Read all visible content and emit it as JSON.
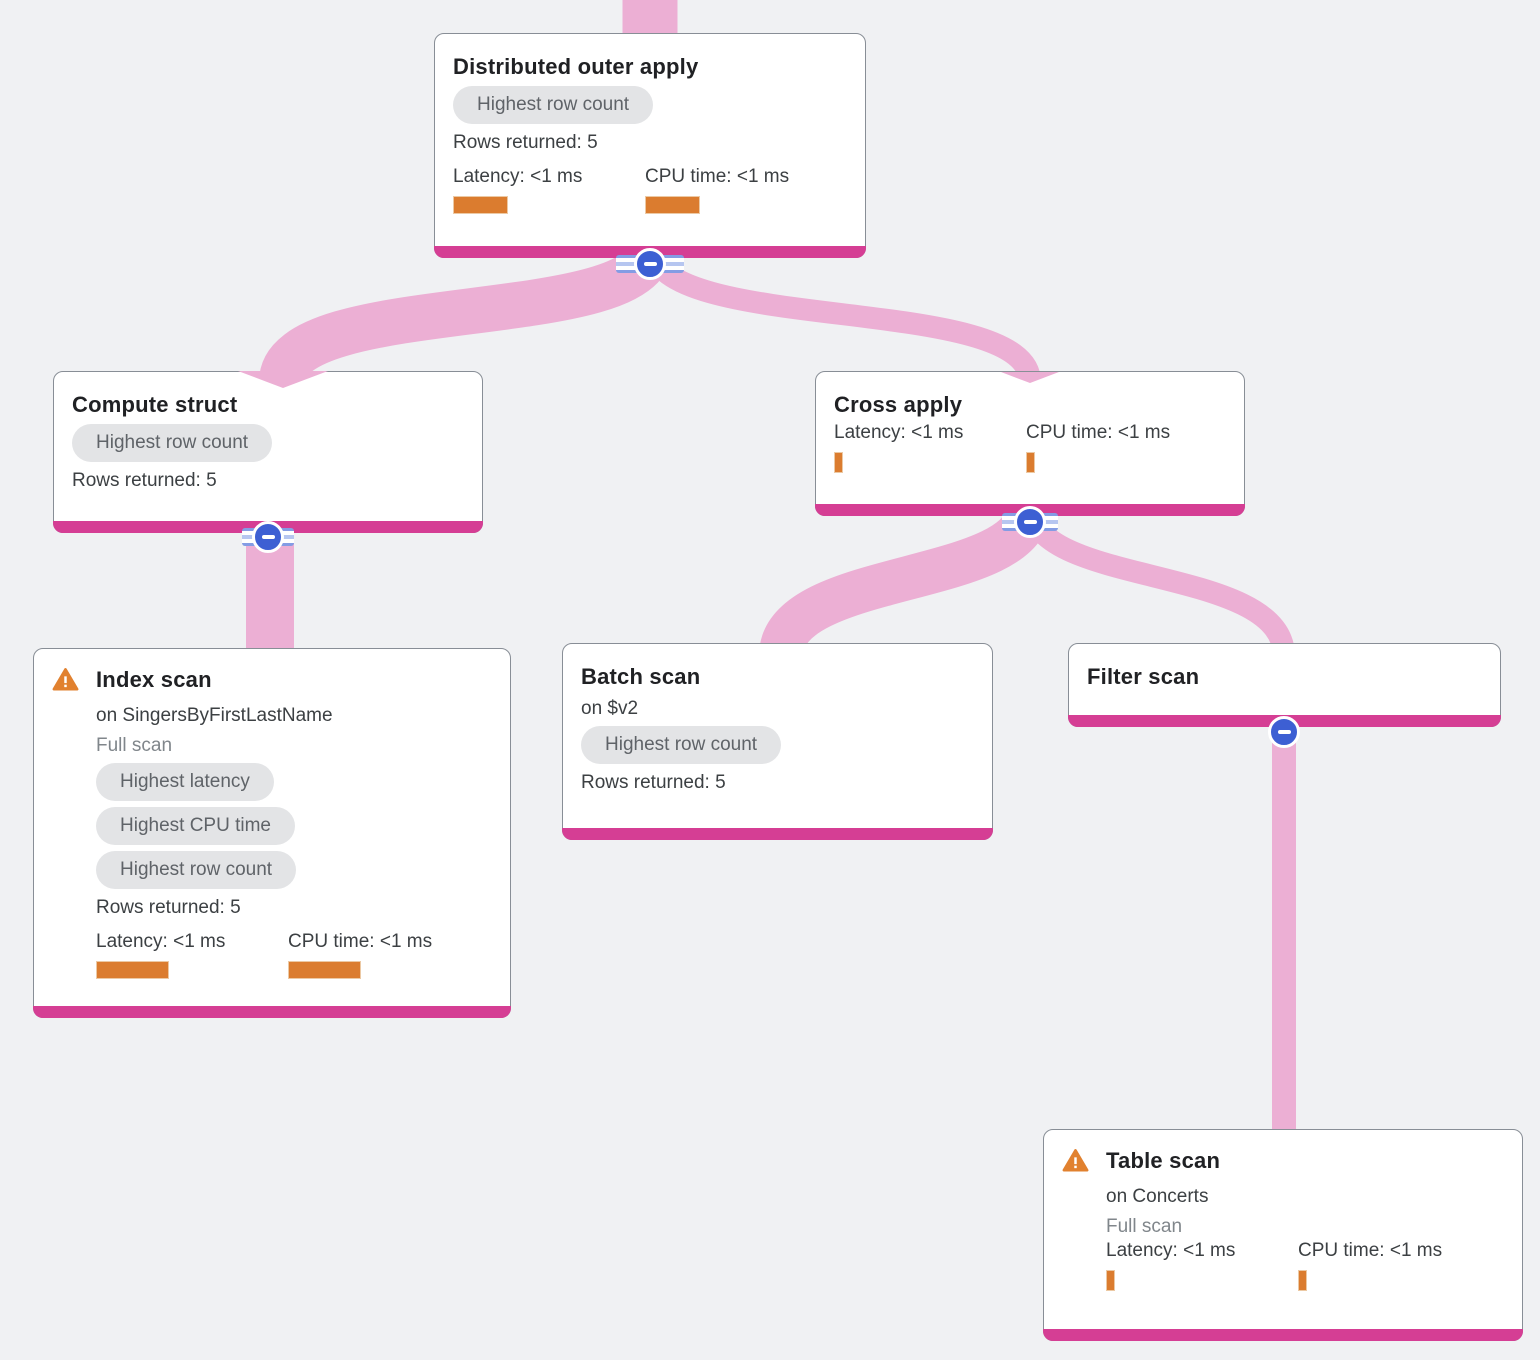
{
  "canvas": {
    "colors": {
      "bg": "#F0F1F3",
      "link": "#ECAFD4",
      "accent": "#D53E94",
      "orange": "#DB7C2F",
      "blue": "#3D5FD3"
    }
  },
  "icons": {
    "warning": "warning-triangle-exclamation",
    "collapse": "minus-in-circle"
  },
  "nodes": [
    {
      "title": "Distributed outer apply",
      "badges": [
        "Highest row count"
      ],
      "rows_returned": "Rows returned: 5",
      "latency": {
        "label": "Latency: <1 ms",
        "bar": "55px"
      },
      "cpu": {
        "label": "CPU time: <1 ms",
        "bar": "55px"
      }
    },
    {
      "title": "Compute struct",
      "badges": [
        "Highest row count"
      ],
      "rows_returned": "Rows returned: 5"
    },
    {
      "title": "Index scan",
      "warning": true,
      "target": "on SingersByFirstLastName",
      "scan_type": "Full scan",
      "badges": [
        "Highest latency",
        "Highest CPU time",
        "Highest row count"
      ],
      "rows_returned": "Rows returned: 5",
      "latency": {
        "label": "Latency: <1 ms",
        "bar": "73px"
      },
      "cpu": {
        "label": "CPU time: <1 ms",
        "bar": "73px"
      }
    },
    {
      "title": "Cross apply",
      "latency": {
        "label": "Latency: <1 ms",
        "bar": "9px"
      },
      "cpu": {
        "label": "CPU time: <1 ms",
        "bar": "9px"
      }
    },
    {
      "title": "Batch scan",
      "target": "on $v2",
      "badges": [
        "Highest row count"
      ],
      "rows_returned": "Rows returned: 5"
    },
    {
      "title": "Filter scan"
    },
    {
      "title": "Table scan",
      "warning": true,
      "target": "on Concerts",
      "scan_type": "Full scan",
      "latency": {
        "label": "Latency: <1 ms",
        "bar": "9px"
      },
      "cpu": {
        "label": "CPU time: <1 ms",
        "bar": "9px"
      }
    }
  ],
  "edges": [
    {
      "from": "Distributed outer apply",
      "to": "Compute struct"
    },
    {
      "from": "Distributed outer apply",
      "to": "Cross apply"
    },
    {
      "from": "Compute struct",
      "to": "Index scan"
    },
    {
      "from": "Cross apply",
      "to": "Batch scan"
    },
    {
      "from": "Cross apply",
      "to": "Filter scan"
    },
    {
      "from": "Filter scan",
      "to": "Table scan"
    }
  ]
}
